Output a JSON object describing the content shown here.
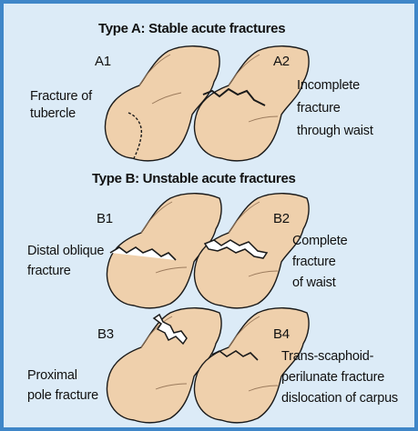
{
  "colors": {
    "background": "#dcebf7",
    "border": "#3f86c8",
    "bone_fill": "#efd0ac",
    "bone_stroke": "#1a1a1a",
    "text": "#111111"
  },
  "sections": [
    {
      "heading": "Type A: Stable acute fractures",
      "items": [
        {
          "code": "A1",
          "label": "Fracture of\ntubercle"
        },
        {
          "code": "A2",
          "label": "Incomplete\nfracture\nthrough waist"
        }
      ]
    },
    {
      "heading": "Type B: Unstable acute fractures",
      "items": [
        {
          "code": "B1",
          "label": "Distal oblique\nfracture"
        },
        {
          "code": "B2",
          "label": "Complete\nfracture\nof waist"
        },
        {
          "code": "B3",
          "label": "Proximal\npole fracture"
        },
        {
          "code": "B4",
          "label": "Trans-scaphoid-\nperilunate fracture\ndislocation of carpus"
        }
      ]
    }
  ]
}
